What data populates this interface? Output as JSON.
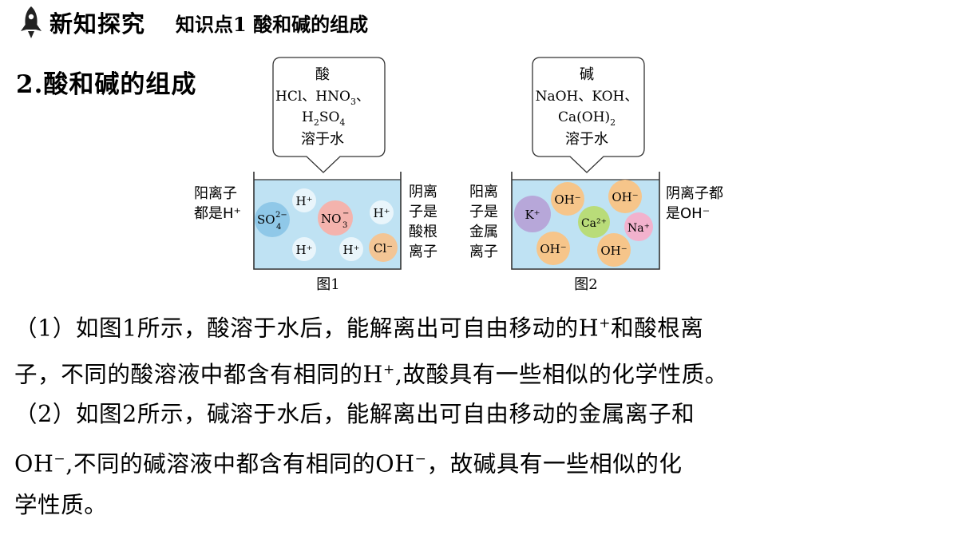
{
  "header": {
    "title": "新知探究",
    "subtitle": "知识点1  酸和碱的组成"
  },
  "section": {
    "title": "2.酸和碱的组成"
  },
  "figure1": {
    "box_title": "酸",
    "box_line1": "HCl、HNO",
    "box_line1_sub": "3",
    "box_line1_tail": "、",
    "box_line2_a": "H",
    "box_line2_sub1": "2",
    "box_line2_b": "SO",
    "box_line2_sub2": "4",
    "box_line3": "溶于水",
    "left_label": [
      "阳离子",
      "都是H⁺"
    ],
    "right_label": [
      "阴离",
      "子是",
      "酸根",
      "离子"
    ],
    "caption": "图1",
    "ions": {
      "so4": "SO",
      "so4_sup": "2−",
      "so4_sub": "4",
      "no3": "NO",
      "no3_sup": "−",
      "no3_sub": "3",
      "cl": "Cl⁻",
      "h": "H⁺"
    }
  },
  "figure2": {
    "box_title": "碱",
    "box_line1": "NaOH、KOH、",
    "box_line2_a": "Ca(OH)",
    "box_line2_sub": "2",
    "box_line3": "溶于水",
    "left_label": [
      "阳离",
      "子是",
      "金属",
      "离子"
    ],
    "right_label": [
      "阴离子都",
      "是OH⁻"
    ],
    "caption": "图2",
    "ions": {
      "k": "K⁺",
      "ca": "Ca²⁺",
      "na": "Na⁺",
      "oh": "OH⁻"
    }
  },
  "paragraphs": {
    "p1_line1_a": "（1）如图1所示，酸溶于水后，能解离出可自由移动的H",
    "p1_line1_sup": "+",
    "p1_line1_b": "和酸根离",
    "p1_line2_a": "子，不同的酸溶液中都含有相同的H",
    "p1_line2_sup": "+",
    "p1_line2_b": ",故酸具有一些相似的化学性质。",
    "p2_line1": "（2）如图2所示，碱溶于水后，能解离出可自由移动的金属离子和",
    "p2_line2_a": "OH",
    "p2_line2_sup": "−",
    "p2_line2_b": ",不同的碱溶液中都含有相同的OH",
    "p2_line2_sup2": "−",
    "p2_line2_c": "，故碱具有一些相似的化",
    "p2_line3": "学性质。"
  },
  "colors": {
    "water": "#bfe2f3",
    "ion_h": "#e9f5fb",
    "ion_so4": "#8fc8e8",
    "ion_no3": "#f4b3ad",
    "ion_cl": "#f3c595",
    "ion_k": "#b7a7d9",
    "ion_oh": "#f6c58a",
    "ion_ca": "#b9dc79",
    "ion_na": "#f2b2cd"
  },
  "icons": {
    "header": "rocket-icon"
  }
}
